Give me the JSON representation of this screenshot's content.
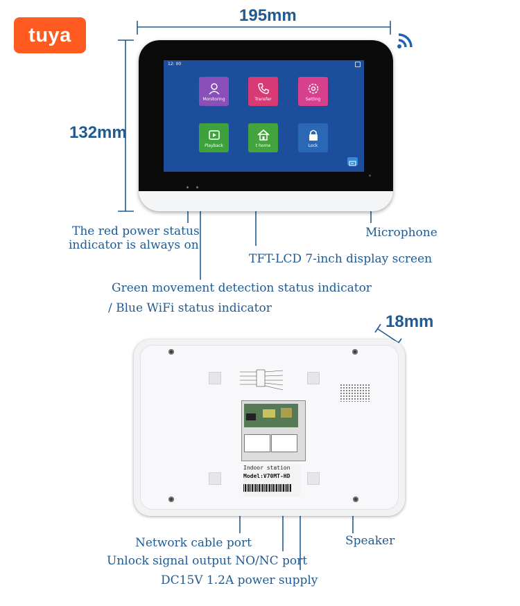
{
  "brand": {
    "logo_text": "tuya",
    "logo_color": "#ff5a1f"
  },
  "dimensions": {
    "width": "195mm",
    "height": "132mm",
    "depth": "18mm"
  },
  "screen": {
    "clock": "12: 00",
    "apps": [
      {
        "label": "Monitoring",
        "icon": "person-icon",
        "color": "#8a4fb8"
      },
      {
        "label": "Transfer",
        "icon": "phone-icon",
        "color": "#d83a76"
      },
      {
        "label": "Setting",
        "icon": "gear-icon",
        "color": "#d6408c"
      },
      {
        "label": "Playback",
        "icon": "play-icon",
        "color": "#3ea23c"
      },
      {
        "label": "t home",
        "icon": "house-icon",
        "color": "#43a43d"
      },
      {
        "label": "Lock",
        "icon": "lock-icon",
        "color": "#2a67b5"
      }
    ]
  },
  "labels": {
    "power_indicator": [
      "The red power status",
      "indicator is always on"
    ],
    "microphone": "Microphone",
    "display": "TFT-LCD 7-inch display screen",
    "status_indicator": [
      "Green movement detection status indicator",
      "/ Blue WiFi status indicator"
    ],
    "network_port": "Network cable port",
    "unlock_port": "Unlock signal output NO/NC port",
    "power_supply": "DC15V 1.2A power supply",
    "speaker": "Speaker"
  },
  "back_sticker": {
    "line1": "Indoor station",
    "line2": "Model:V70MT-HD"
  },
  "colors": {
    "label_text": "#1f5a92",
    "screen": "#1c4e9c",
    "bezel": "#0b0b0c"
  }
}
